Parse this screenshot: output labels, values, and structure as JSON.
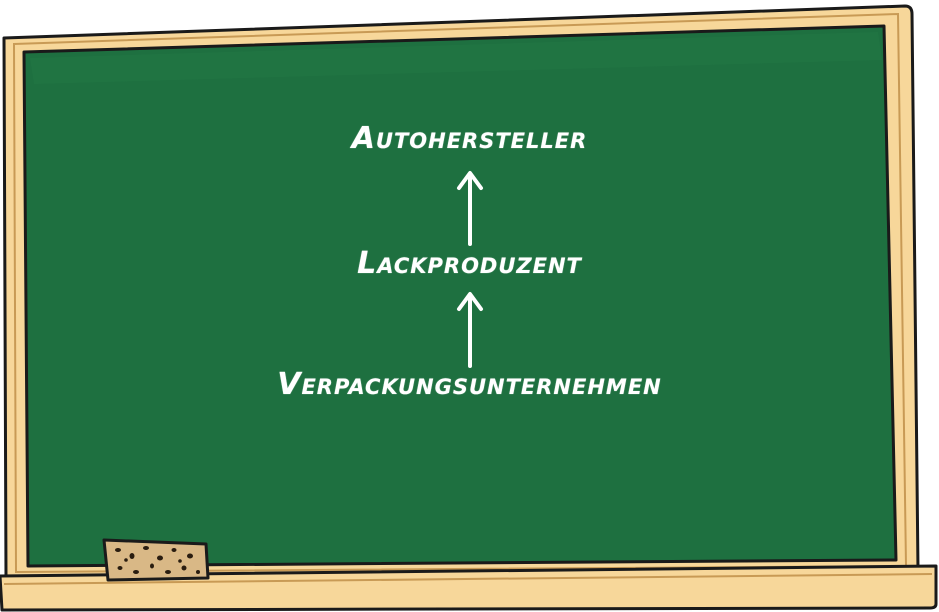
{
  "diagram": {
    "nodes": [
      {
        "label": "Autohersteller"
      },
      {
        "label": "Lackproduzent"
      },
      {
        "label": "Verpackungsunternehmen"
      }
    ],
    "edges": [
      {
        "from": "Lackproduzent",
        "to": "Autohersteller"
      },
      {
        "from": "Verpackungsunternehmen",
        "to": "Lackproduzent"
      }
    ]
  },
  "colors": {
    "board": "#1e7040",
    "frame": "#f7d79a",
    "chalk": "#ffffff",
    "sponge": "#d9b886"
  },
  "icons": {
    "eraser": "sponge-eraser-icon"
  }
}
